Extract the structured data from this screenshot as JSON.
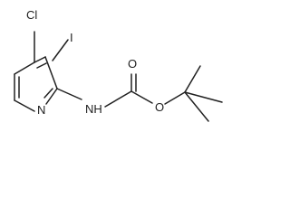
{
  "molecule": {
    "atoms": {
      "chlorine": "Cl",
      "iodine": "I",
      "ring_nitrogen": "N",
      "amide_nh": "NH",
      "carbonyl_oxygen": "O",
      "ester_oxygen": "O"
    },
    "colors": {
      "bond": "#202020",
      "label": "#202020",
      "background": "#ffffff"
    }
  }
}
